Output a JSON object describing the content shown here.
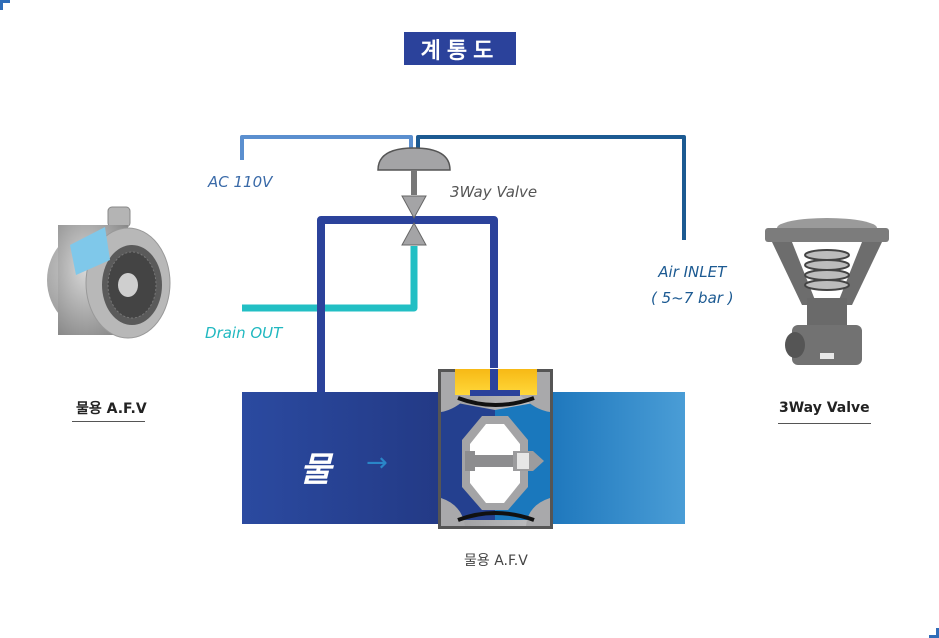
{
  "title": "계통도",
  "labels": {
    "ac_power": "AC 110V",
    "three_way_valve": "3Way Valve",
    "drain_out": "Drain OUT",
    "air_inlet_line1": "Air INLET",
    "air_inlet_line2": "( 5~7 bar )",
    "water": "물",
    "water_arrow": "→",
    "center_valve_caption": "물용 A.F.V"
  },
  "products": [
    {
      "name": "물용 A.F.V",
      "image": "water-afv-photo"
    },
    {
      "name": "3Way Valve",
      "image": "three-way-valve-photo"
    }
  ],
  "colors": {
    "title_bg": "#2b429b",
    "ac_line": "#5b8fcf",
    "air_line": "#1c5a92",
    "water_line": "#2b429b",
    "drain_line": "#22bfc4",
    "water_pipe_left": "#2b4aa0",
    "water_pipe_right": "#4a9dd6",
    "valve_gray": "#a4a4a6",
    "valve_yellow": "#f5c21a",
    "corner_accent": "#2f6db8"
  }
}
